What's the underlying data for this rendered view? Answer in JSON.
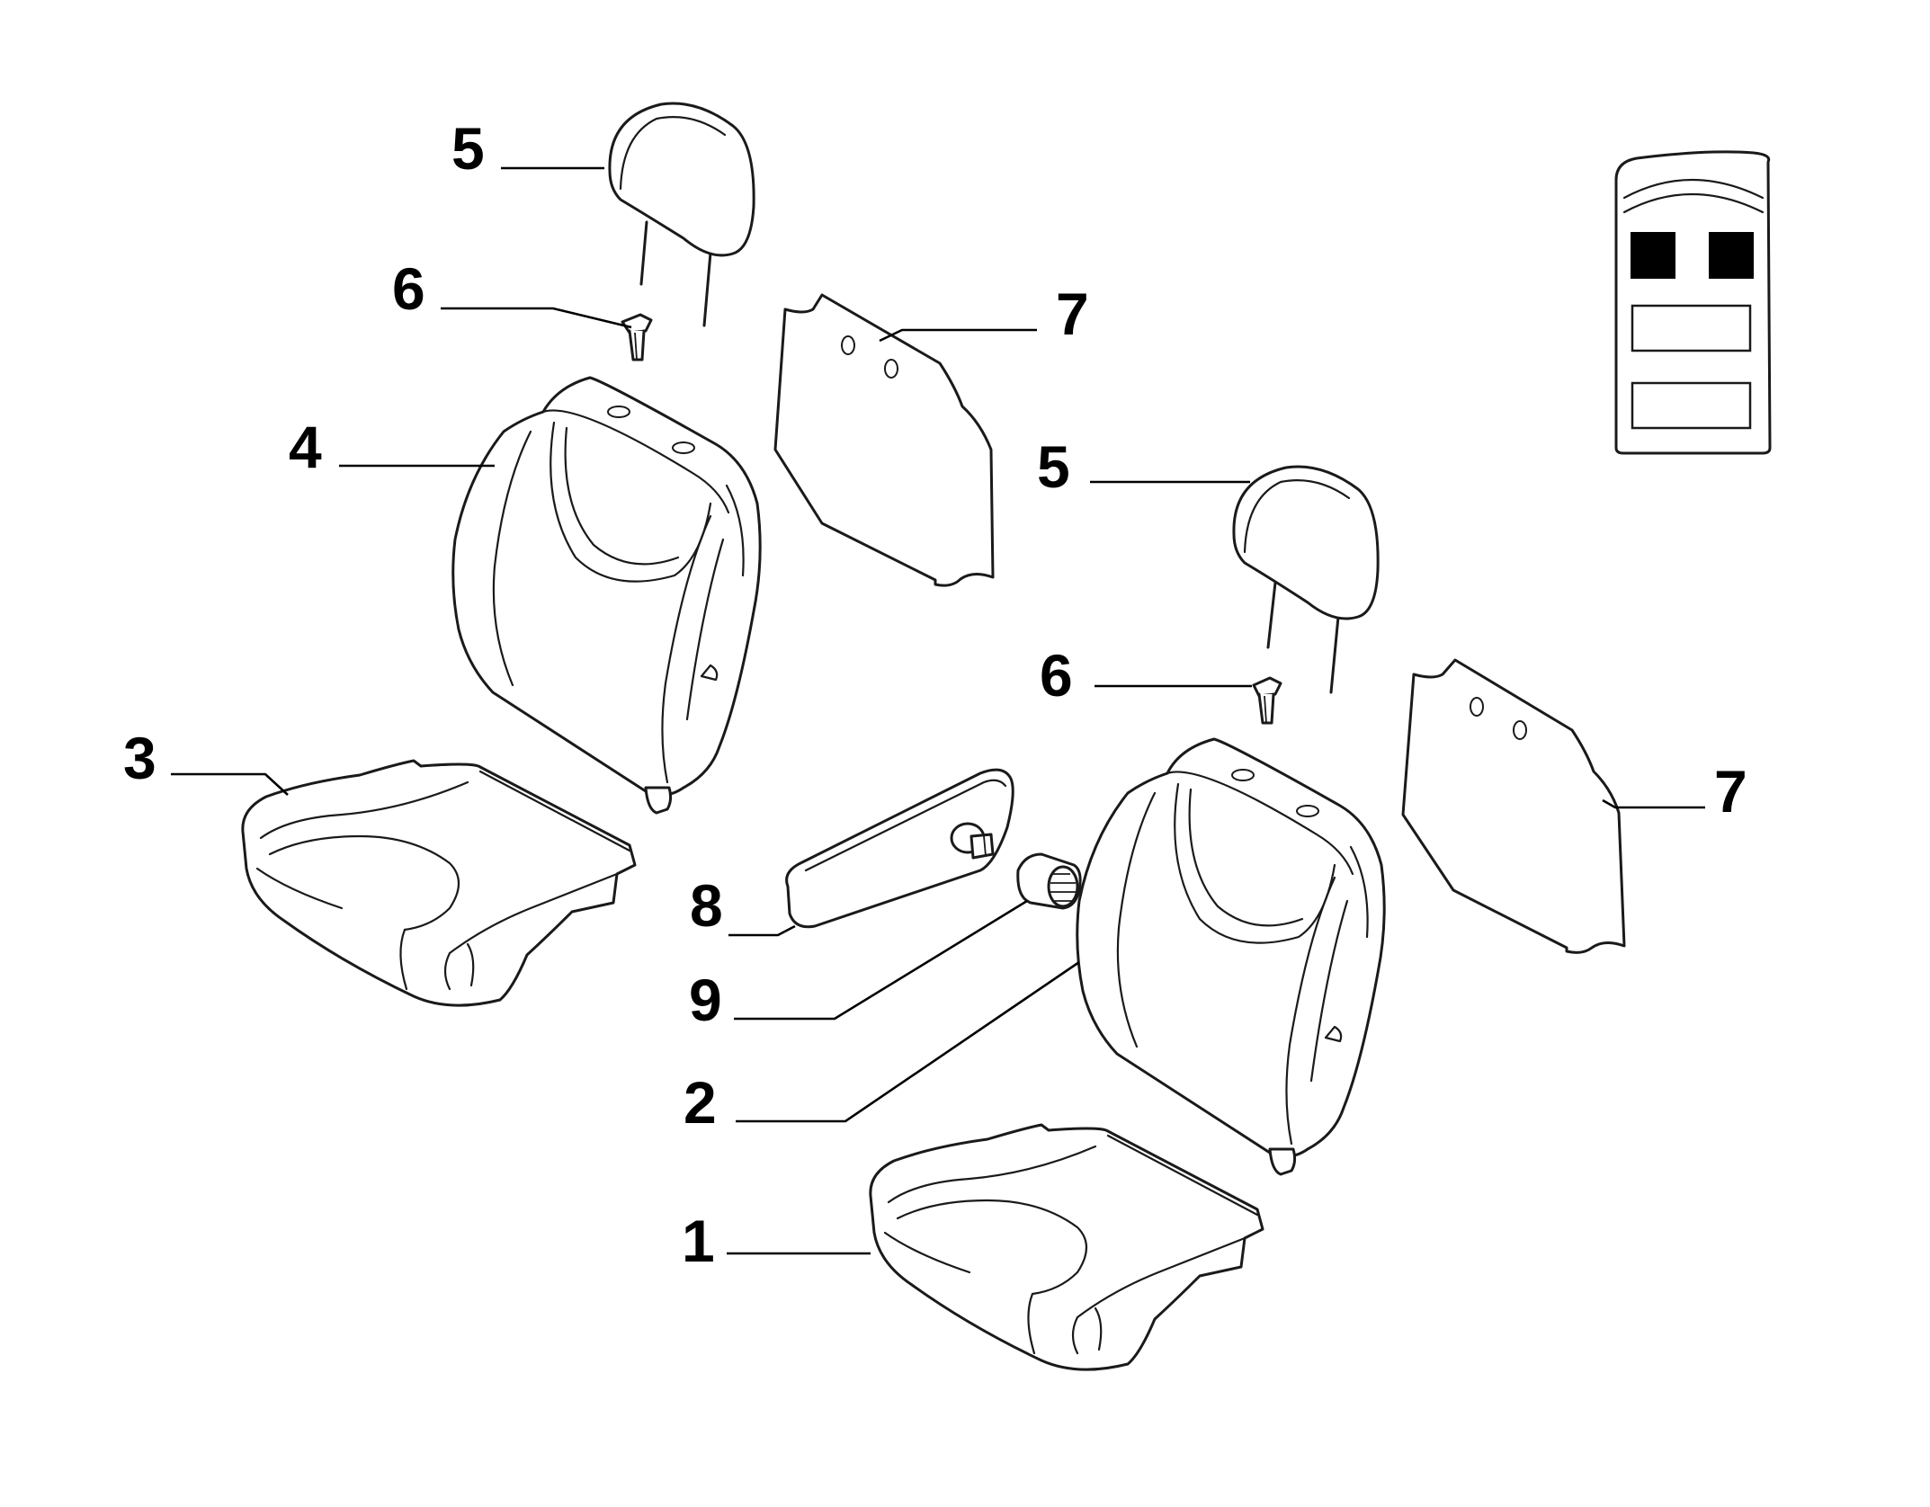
{
  "callouts": [
    {
      "id": "label-1",
      "text": "1"
    },
    {
      "id": "label-2",
      "text": "2"
    },
    {
      "id": "label-3",
      "text": "3"
    },
    {
      "id": "label-4",
      "text": "4"
    },
    {
      "id": "label-5-left",
      "text": "5"
    },
    {
      "id": "label-5-right",
      "text": "5"
    },
    {
      "id": "label-6-left",
      "text": "6"
    },
    {
      "id": "label-6-right",
      "text": "6"
    },
    {
      "id": "label-7-left",
      "text": "7"
    },
    {
      "id": "label-7-right",
      "text": "7"
    },
    {
      "id": "label-8",
      "text": "8"
    },
    {
      "id": "label-9",
      "text": "9"
    }
  ],
  "locator": {
    "front_seats": "highlighted",
    "rear_rows": "not-highlighted",
    "highlight_color": "#000000"
  },
  "colors": {
    "line": "#1a1a1a",
    "background": "#ffffff"
  }
}
